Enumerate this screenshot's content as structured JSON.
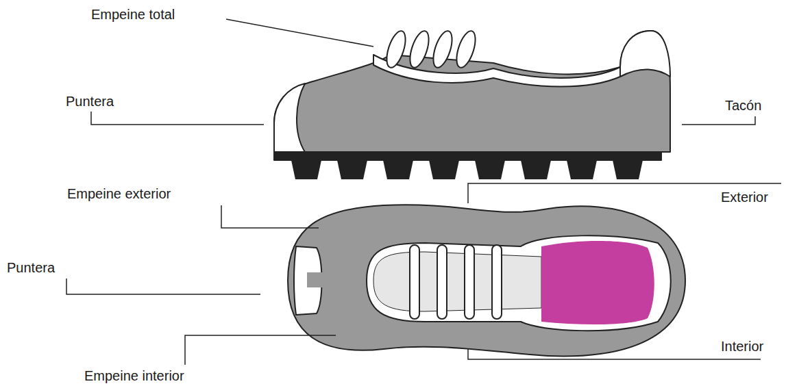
{
  "diagram": {
    "labels": [
      "Empeine total",
      "Puntera",
      "Tacón",
      "Empeine exterior",
      "Exterior",
      "Puntera",
      "Empeine interior",
      "Interior"
    ]
  }
}
